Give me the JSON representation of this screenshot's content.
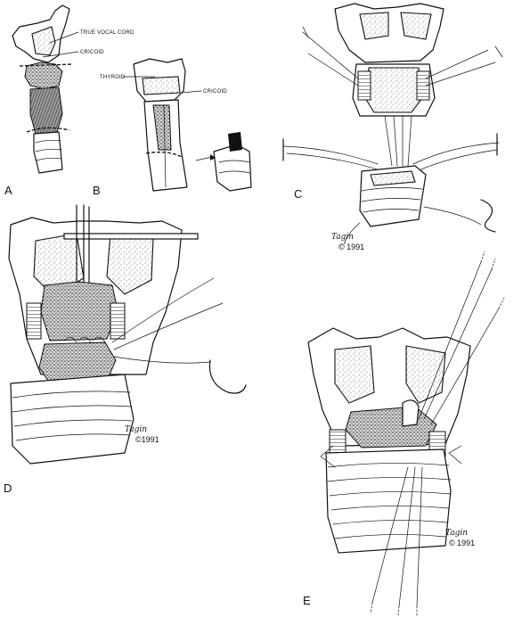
{
  "panels": {
    "a": {
      "letter": "A",
      "labels": {
        "true_vocal_cord": "TRUE VOCAL CORD",
        "cricoid": "CRICOID"
      }
    },
    "b": {
      "letter": "B",
      "labels": {
        "thyroid": "THYROID",
        "cricoid": "CRICOID"
      }
    },
    "c": {
      "letter": "C",
      "signature": "Tagin",
      "copyright": "© 1991"
    },
    "d": {
      "letter": "D",
      "signature": "Tagin",
      "copyright": "©1991"
    },
    "e": {
      "letter": "E",
      "signature": "Tagin",
      "copyright": "© 1991"
    }
  }
}
